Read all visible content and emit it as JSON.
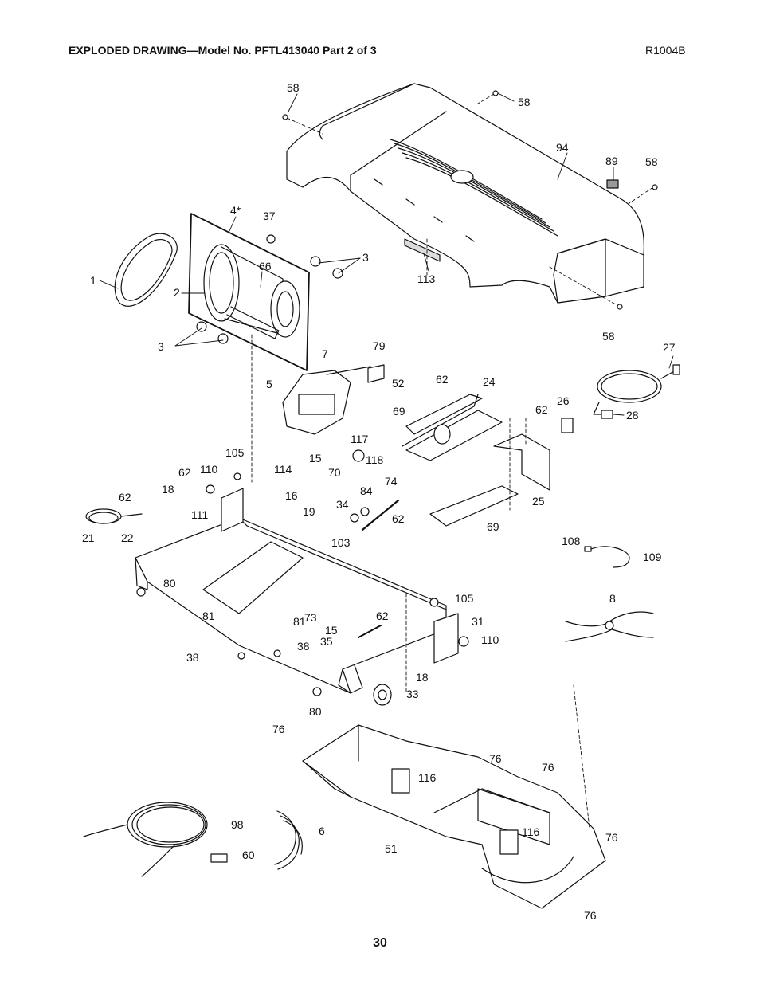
{
  "header": {
    "title": "EXPLODED DRAWING—Model No. PFTL413040 Part 2 of 3",
    "code": "R1004B"
  },
  "page_number": "30",
  "callouts": {
    "c58a": "58",
    "c58b": "58",
    "c58c": "58",
    "c58d": "58",
    "c94": "94",
    "c89": "89",
    "c113": "113",
    "c4": "4*",
    "c37": "37",
    "c66": "66",
    "c3a": "3",
    "c3b": "3",
    "c1": "1",
    "c2": "2",
    "c27": "27",
    "c28": "28",
    "c26": "26",
    "c7": "7",
    "c79": "79",
    "c52": "52",
    "c69a": "69",
    "c5": "5",
    "c117": "117",
    "c118": "118",
    "c15a": "15",
    "c114": "114",
    "c70": "70",
    "c62a": "62",
    "c24": "24",
    "c62b": "62",
    "c25": "25",
    "c69b": "69",
    "c105a": "105",
    "c110a": "110",
    "c62c": "62",
    "c18a": "18",
    "c62d": "62",
    "c111": "111",
    "c21": "21",
    "c22": "22",
    "c16": "16",
    "c19": "19",
    "c34": "34",
    "c84": "84",
    "c74": "74",
    "c62e": "62",
    "c103": "103",
    "c108": "108",
    "c109": "109",
    "c8": "8",
    "c80a": "80",
    "c81a": "81",
    "c81b": "81",
    "c73": "73",
    "c105b": "105",
    "c31": "31",
    "c15b": "15",
    "c62f": "62",
    "c35": "35",
    "c110b": "110",
    "c38a": "38",
    "c38b": "38",
    "c18b": "18",
    "c80b": "80",
    "c33": "33",
    "c76a": "76",
    "c76b": "76",
    "c76c": "76",
    "c76d": "76",
    "c76e": "76",
    "c116a": "116",
    "c116b": "116",
    "c51": "51",
    "c98": "98",
    "c6": "6",
    "c60": "60"
  }
}
